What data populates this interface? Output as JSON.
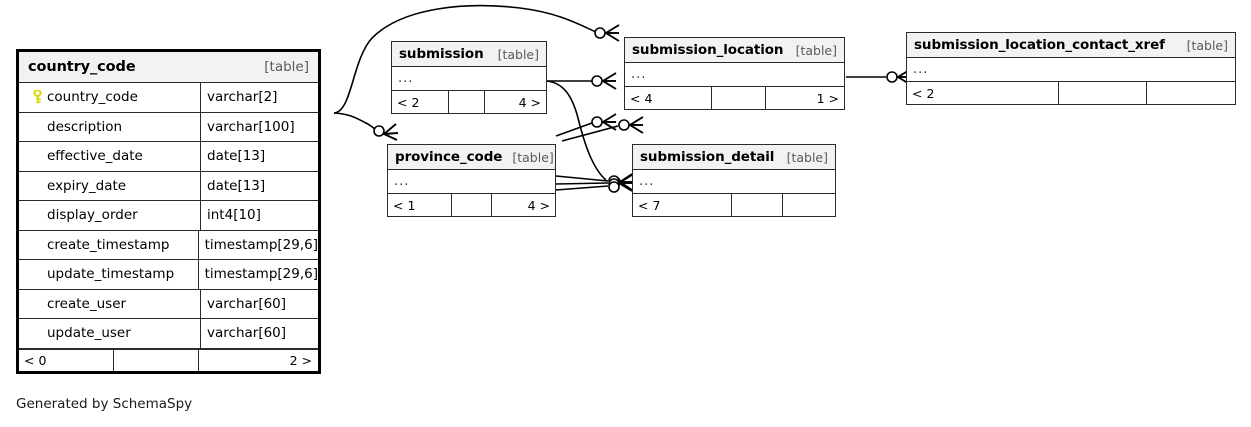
{
  "caption": "Generated by SchemaSpy",
  "kind_label": "[table]",
  "ellipsis": "...",
  "tables": {
    "country_code": {
      "name": "country_code",
      "kind": "[table]",
      "columns": [
        {
          "key": true,
          "name": "country_code",
          "type": "varchar[2]"
        },
        {
          "key": false,
          "name": "description",
          "type": "varchar[100]"
        },
        {
          "key": false,
          "name": "effective_date",
          "type": "date[13]"
        },
        {
          "key": false,
          "name": "expiry_date",
          "type": "date[13]"
        },
        {
          "key": false,
          "name": "display_order",
          "type": "int4[10]"
        },
        {
          "key": false,
          "name": "create_timestamp",
          "type": "timestamp[29,6]"
        },
        {
          "key": false,
          "name": "update_timestamp",
          "type": "timestamp[29,6]"
        },
        {
          "key": false,
          "name": "create_user",
          "type": "varchar[60]"
        },
        {
          "key": false,
          "name": "update_user",
          "type": "varchar[60]"
        }
      ],
      "footer": {
        "left": "< 0",
        "middle": "",
        "right": "2 >"
      }
    },
    "submission": {
      "name": "submission",
      "kind": "[table]",
      "body": "...",
      "footer": {
        "left": "< 2",
        "middle": "",
        "right": "4 >"
      }
    },
    "submission_location": {
      "name": "submission_location",
      "kind": "[table]",
      "body": "...",
      "footer": {
        "left": "< 4",
        "middle": "",
        "right": "1 >"
      }
    },
    "submission_location_contact_xref": {
      "name": "submission_location_contact_xref",
      "kind": "[table]",
      "body": "...",
      "footer": {
        "left": "< 2",
        "middle": "",
        "right": ""
      }
    },
    "province_code": {
      "name": "province_code",
      "kind": "[table]",
      "body": "...",
      "footer": {
        "left": "< 1",
        "middle": "",
        "right": "4 >"
      }
    },
    "submission_detail": {
      "name": "submission_detail",
      "kind": "[table]",
      "body": "...",
      "footer": {
        "left": "< 7",
        "middle": "",
        "right": ""
      }
    }
  },
  "colors": {
    "key_icon": "#d8d800",
    "header_fill": "#f2f2f2",
    "border": "#2b2b2b",
    "main_border": "#000000",
    "edge": "#000000"
  },
  "relationships": [
    {
      "from": "country_code",
      "to": "submission_location",
      "optional": true
    },
    {
      "from": "country_code",
      "to": "province_code",
      "optional": true
    },
    {
      "from": "submission",
      "to": "submission_location",
      "optional": true
    },
    {
      "from": "submission",
      "to": "submission_detail",
      "optional": true
    },
    {
      "from": "province_code",
      "to": "submission_location",
      "optional": true
    },
    {
      "from": "province_code",
      "to": "submission_detail",
      "optional": true
    },
    {
      "from": "submission_location",
      "to": "submission_location_contact_xref",
      "optional": true
    }
  ]
}
